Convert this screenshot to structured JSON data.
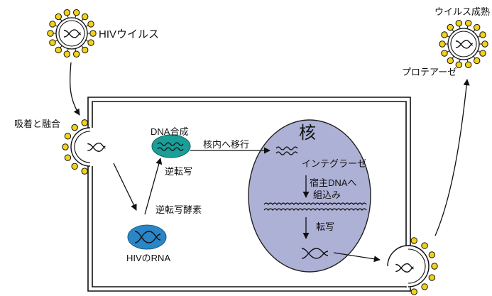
{
  "labels": {
    "hiv_virus": "HIVウイルス",
    "virus_maturation": "ウイルス成熟",
    "protease": "プロテアーゼ",
    "adsorption_fusion": "吸着と融合",
    "dna_synthesis": "DNA合成",
    "nuclear_transfer": "核内へ移行",
    "nucleus": "核",
    "integrase": "インテグラーゼ",
    "host_dna_integration_line1": "宿主DNAへ",
    "host_dna_integration_line2": "組込み",
    "transcription": "転写",
    "reverse_transcription": "逆転写",
    "reverse_transcriptase": "逆転写酵素",
    "hiv_rna": "HIVのRNA"
  },
  "colors": {
    "virus_yellow": "#f2d21a",
    "nucleus_fill": "#aeb1d6",
    "dna_ellipse": "#1a9e98",
    "rna_ellipse": "#2b86c7",
    "line": "#111111"
  }
}
